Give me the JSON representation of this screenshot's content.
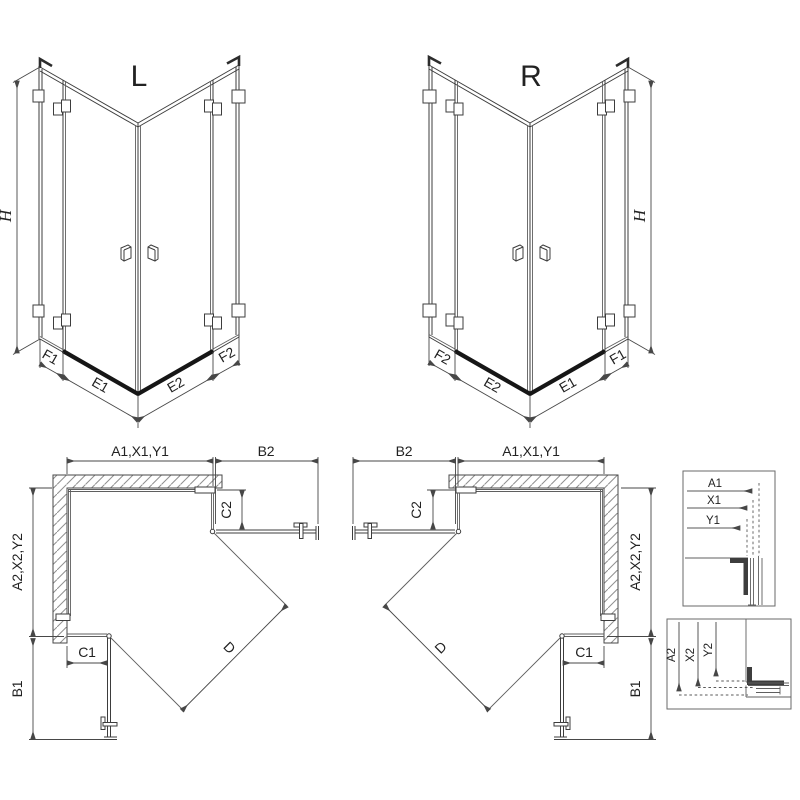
{
  "iso_left": {
    "label": "L",
    "h": "H",
    "f1": "F1",
    "e1": "E1",
    "e2": "E2",
    "f2": "F2"
  },
  "iso_right": {
    "label": "R",
    "h": "H",
    "f1": "F1",
    "e1": "E1",
    "e2": "E2",
    "f2": "F2"
  },
  "plan_left": {
    "a1": "A1,X1,Y1",
    "b2": "B2",
    "c2": "C2",
    "a2": "A2,X2,Y2",
    "c1": "C1",
    "b1": "B1",
    "d": "D"
  },
  "plan_right": {
    "a1": "A1,X1,Y1",
    "b2": "B2",
    "c2": "C2",
    "a2": "A2,X2,Y2",
    "c1": "C1",
    "b1": "B1",
    "d": "D"
  },
  "detail_width": {
    "a1": "A1",
    "x1": "X1",
    "y1": "Y1"
  },
  "detail_depth": {
    "a2": "A2",
    "x2": "X2",
    "y2": "Y2"
  },
  "colors": {
    "line": "#3d3d3d",
    "dim": "#474747",
    "hatch": "#8f8f8f",
    "threshold": "#161616",
    "background": "#ffffff"
  }
}
